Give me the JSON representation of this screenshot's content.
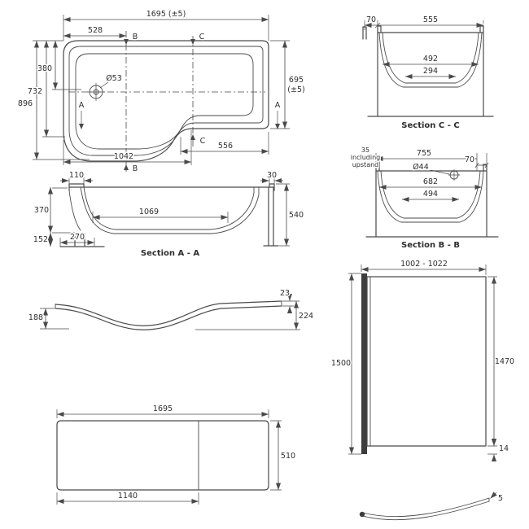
{
  "drawing": {
    "line_color": "#4a4a4a",
    "text_color": "#2e2e2e"
  },
  "plan": {
    "dim_total": "1695 (±5)",
    "dim_528": "528",
    "marker_b_top": "B",
    "marker_c_top": "C",
    "dim_380": "380",
    "dim_732": "732",
    "dim_896": "896",
    "waste": "Ø53",
    "marker_a_left": "A",
    "dim_695": "695",
    "dim_695_tol": "(±5)",
    "marker_a_right": "A",
    "marker_c_bottom": "C",
    "dim_556": "556",
    "dim_1042": "1042",
    "marker_b_bottom": "B"
  },
  "section_cc": {
    "dim_70": "70",
    "dim_555": "555",
    "dim_492": "492",
    "dim_294": "294",
    "label": "Section C - C"
  },
  "section_bb": {
    "note_1": "35",
    "note_2": "including",
    "note_3": "upstand",
    "dim_755": "755",
    "dim_70": "70",
    "overflow": "Ø44",
    "dim_682": "682",
    "dim_494": "494",
    "label": "Section B - B"
  },
  "section_aa": {
    "dim_110": "110",
    "dim_30": "30",
    "dim_370": "370",
    "dim_540": "540",
    "dim_1069": "1069",
    "dim_152": "152",
    "dim_270": "270",
    "label": "Section A - A"
  },
  "profile": {
    "dim_23": "23",
    "dim_224": "224",
    "dim_188": "188"
  },
  "panel": {
    "dim_1695": "1695",
    "dim_510": "510",
    "dim_1140": "1140"
  },
  "screen": {
    "dim_width": "1002 - 1022",
    "dim_1500": "1500",
    "dim_1470": "1470",
    "dim_14": "14"
  },
  "seal": {
    "dim_5": "5"
  }
}
